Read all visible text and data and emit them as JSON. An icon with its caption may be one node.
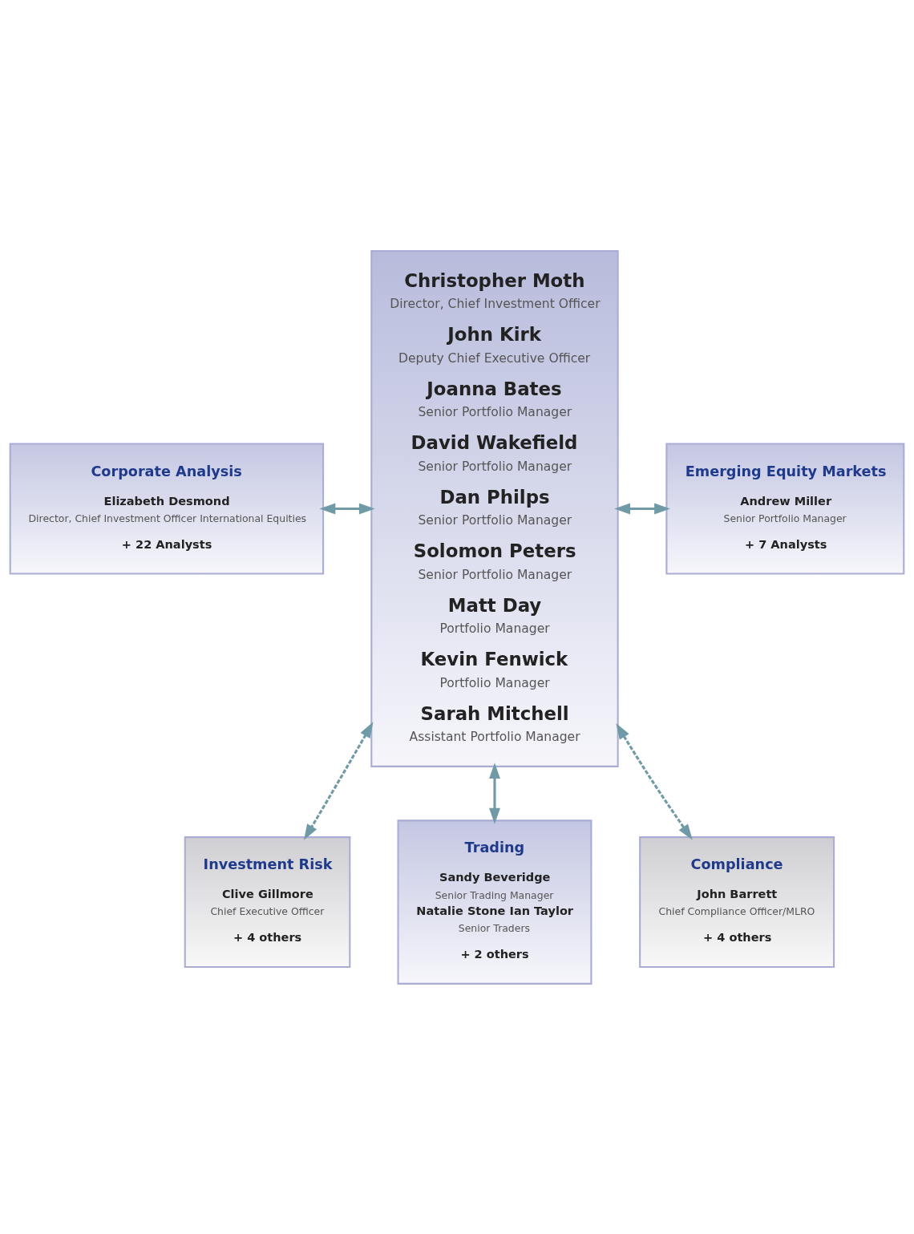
{
  "diagram": {
    "nodes": [
      {
        "text": [
          "Christopher Moth",
          "Director, Chief Investment Officer",
          "John Kirk",
          "Deputy Chief Executive Officer",
          "Joanna Bates",
          "Senior Portfolio Manager",
          "David Wakefield",
          "Senior Portfolio Manager",
          "Dan Philps",
          "Senior Portfolio Manager",
          "Solomon Peters",
          "Senior Portfolio Manager",
          "Matt Day",
          "Portfolio Manager",
          "Kevin Fenwick",
          "Portfolio Manager",
          "Sarah Mitchell",
          "Assistant Portfolio Manager"
        ]
      },
      {
        "text": [
          "Corporate Analysis",
          "Elizabeth Desmond",
          "Director, Chief Investment Officer International Equities",
          "+ 22 Analysts"
        ]
      },
      {
        "text": [
          "Emerging Equity Markets",
          "Andrew Miller",
          "Senior Portfolio Manager",
          "+ 7 Analysts"
        ]
      },
      {
        "text": [
          "Investment Risk",
          "Clive Gillmore",
          "Chief Executive Officer",
          "+ 4 others"
        ]
      },
      {
        "text": [
          "Trading",
          "Sandy Beveridge",
          "Senior Trading Manager",
          "Natalie Stone Ian Taylor",
          "Senior Traders",
          "+ 2 others"
        ]
      },
      {
        "text": [
          "Compliance",
          "John Barrett",
          "Chief Compliance Officer/MLRO",
          "+ 4 others"
        ]
      }
    ],
    "edges": [
      {
        "from": 1,
        "to": 0,
        "arrow": "both"
      },
      {
        "from": 0,
        "to": 2,
        "arrow": "both"
      },
      {
        "from": 0,
        "to": 3,
        "arrow": "both",
        "style": "dashed"
      },
      {
        "from": 0,
        "to": 4,
        "arrow": "both"
      },
      {
        "from": 0,
        "to": 5,
        "arrow": "both",
        "style": "dashed"
      }
    ]
  }
}
